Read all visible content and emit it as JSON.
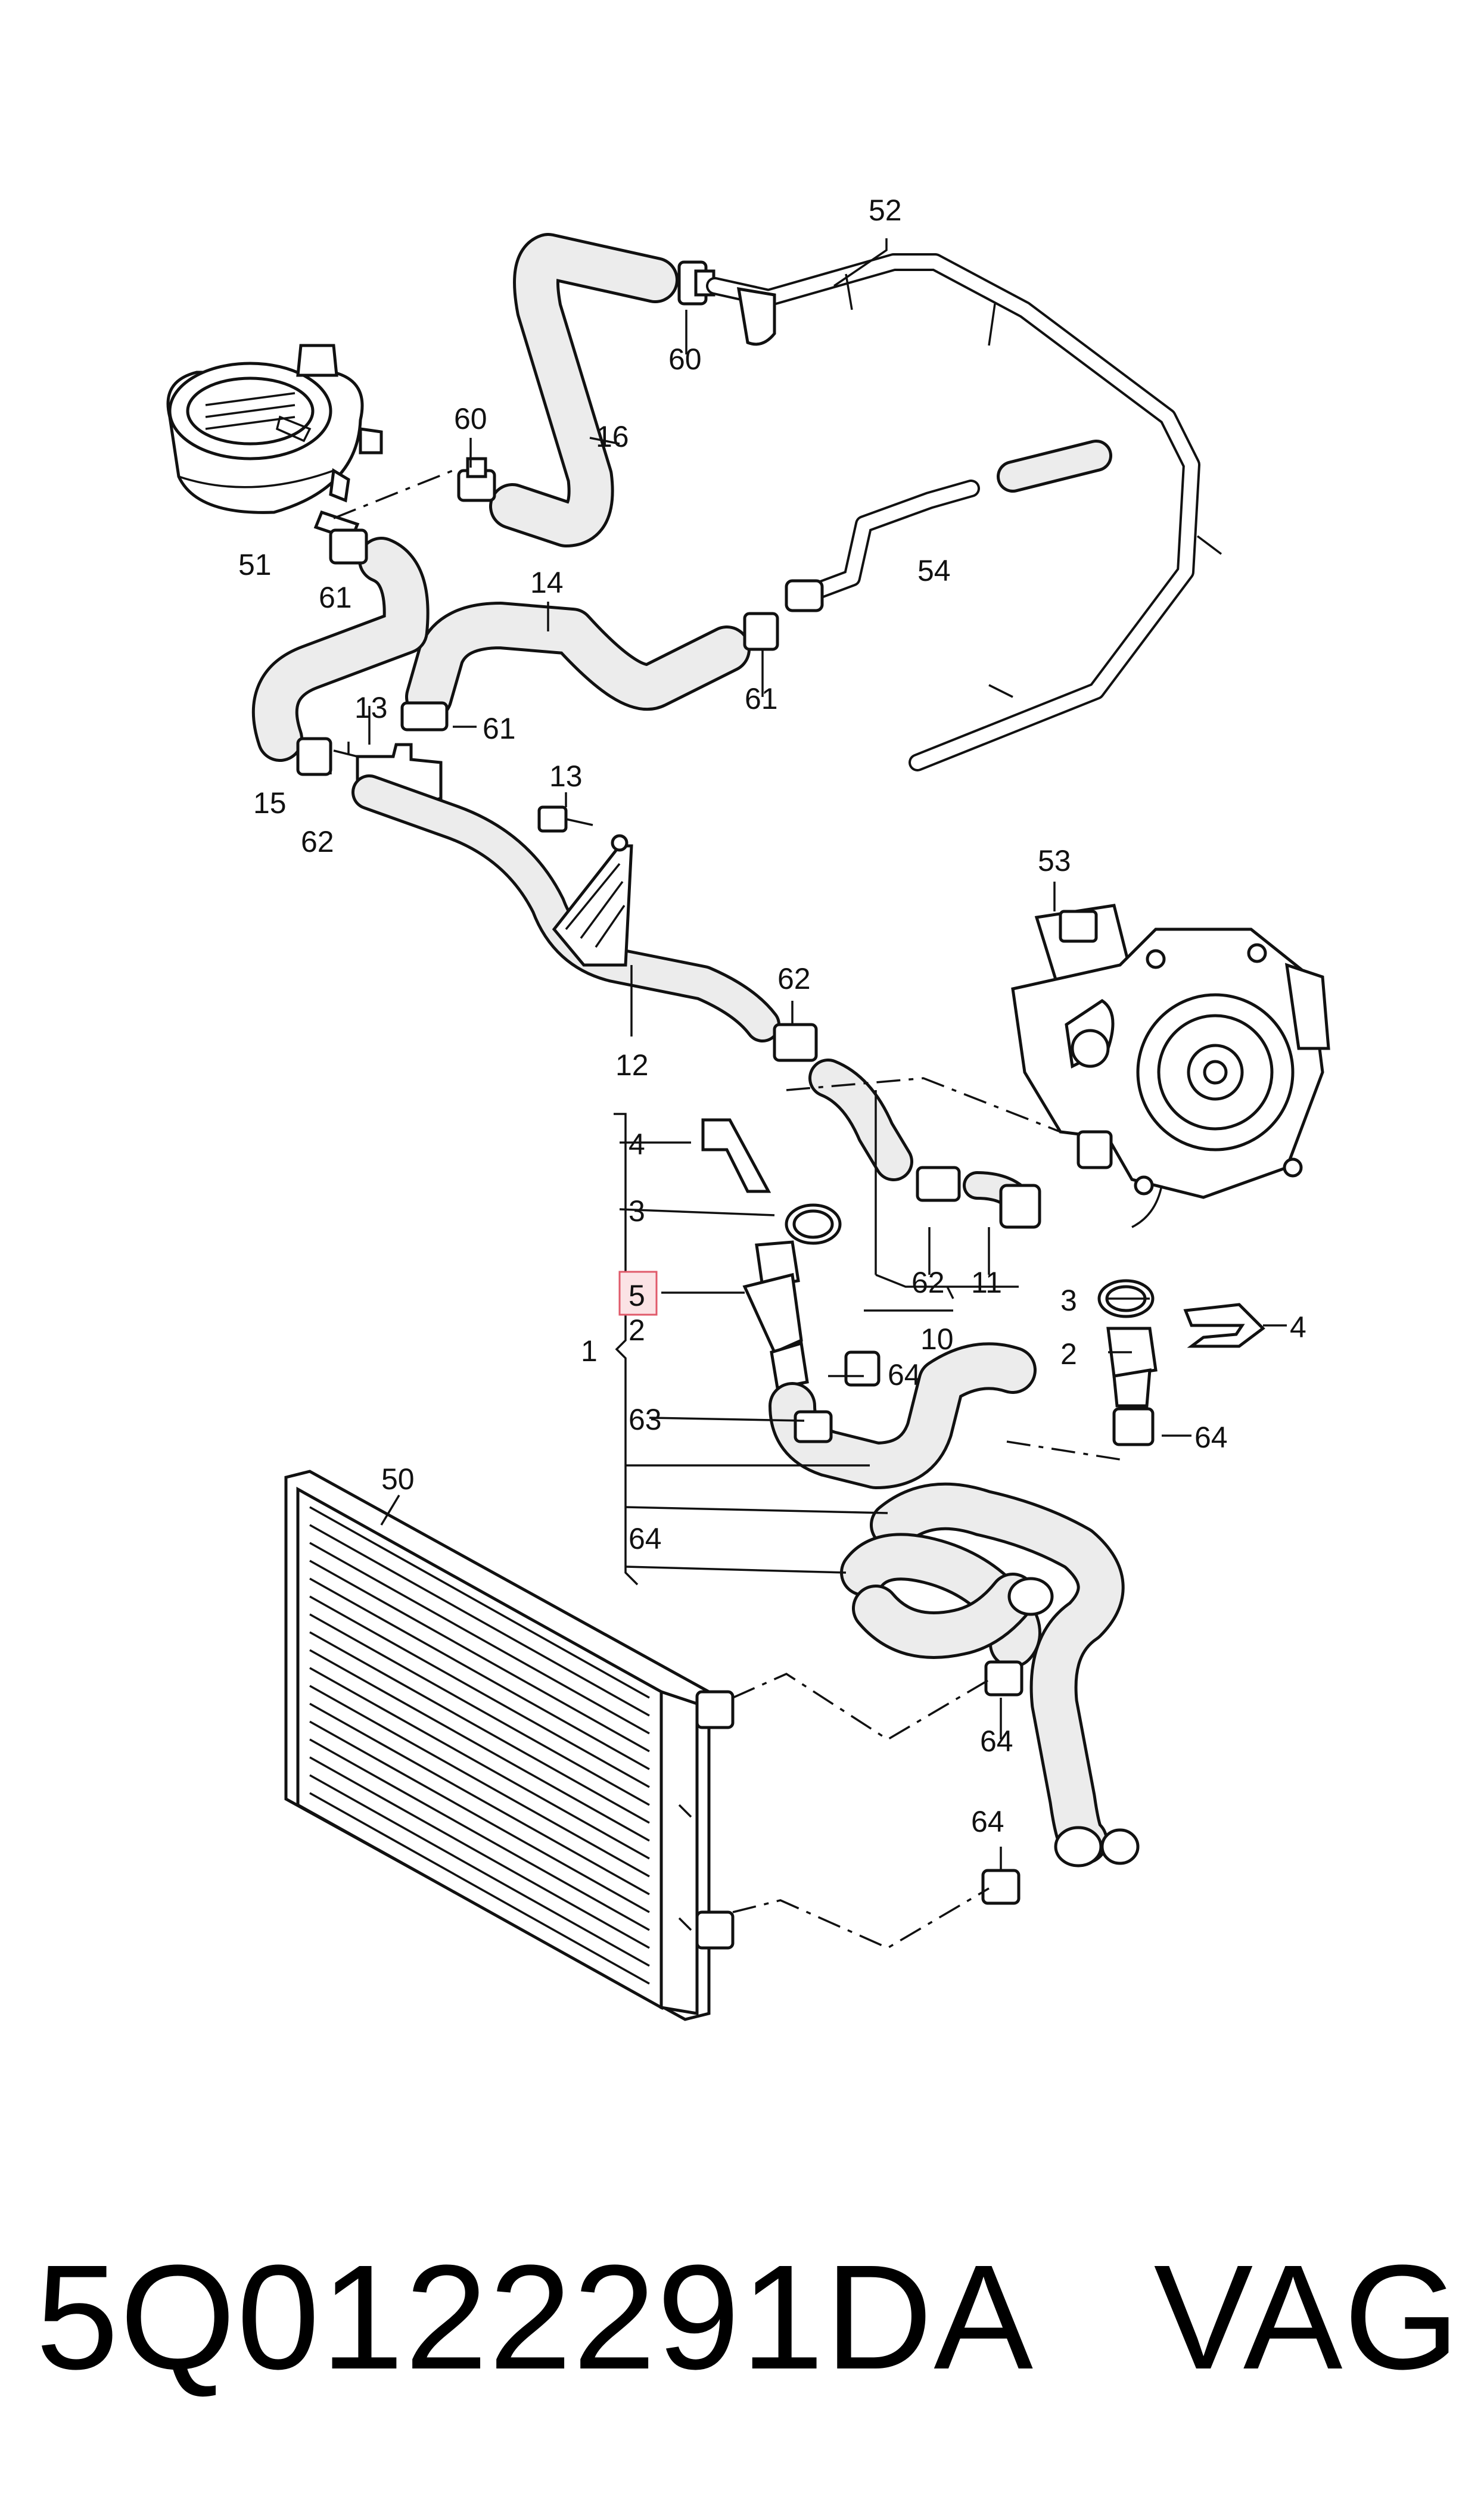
{
  "labels": {
    "l1": "1",
    "l2a": "2",
    "l2b": "2",
    "l3a": "3",
    "l3b": "3",
    "l4a": "4",
    "l4b": "4",
    "l5": "5",
    "l10": "10",
    "l11": "11",
    "l12": "12",
    "l13a": "13",
    "l13b": "13",
    "l14": "14",
    "l15": "15",
    "l16": "16",
    "l50": "50",
    "l51": "51",
    "l52": "52",
    "l53": "53",
    "l54": "54",
    "l60a": "60",
    "l60b": "60",
    "l61a": "61",
    "l61b": "61",
    "l61c": "61",
    "l62a": "62",
    "l62b": "62",
    "l62c": "62",
    "l63": "63",
    "l64a": "64",
    "l64b": "64",
    "l64c": "64",
    "l64d": "64",
    "l64e": "64"
  },
  "highlighted_label": "5",
  "footer": {
    "part_number": "5Q0122291DA",
    "brand": "VAG"
  },
  "colors": {
    "line": "#111111",
    "hose_fill": "#ececec",
    "highlight": "#e05a6a"
  }
}
